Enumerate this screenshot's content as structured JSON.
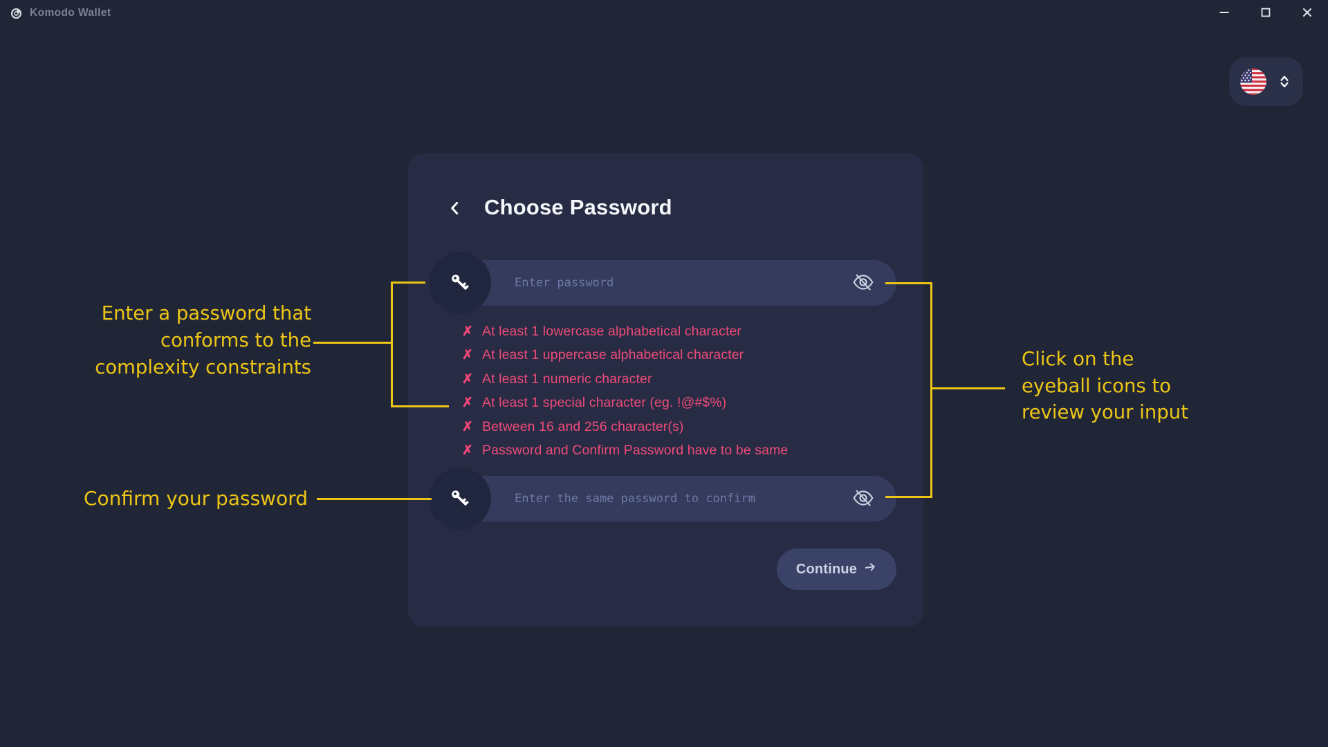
{
  "colors": {
    "background": "#212637",
    "card": "#272c44",
    "field": "#343b5c",
    "key_circle": "#20263e",
    "validation_pink": "#ee4a78",
    "annotation_yellow": "#edc615",
    "button": "#3b4268",
    "placeholder": "#6d79a6"
  },
  "titlebar": {
    "app_title": "Komodo Wallet"
  },
  "language_selector": {
    "flag_icon": "us-flag-icon"
  },
  "card": {
    "title": "Choose Password",
    "password_input": {
      "placeholder": "Enter password"
    },
    "confirm_input": {
      "placeholder": "Enter the same password to confirm"
    },
    "validation_mark": "✗",
    "validations": [
      "At least 1 lowercase alphabetical character",
      "At least 1 uppercase alphabetical character",
      "At least 1 numeric character",
      "At least 1 special character (eg. !@#$%)",
      "Between 16 and 256 character(s)",
      "Password and Confirm Password have to be same"
    ],
    "continue_label": "Continue"
  },
  "annotations": {
    "left_top_lines": [
      "Enter a password that",
      "conforms to the",
      "complexity constraints"
    ],
    "left_bottom": "Confirm your password",
    "right_lines": [
      "Click on the",
      "eyeball icons to",
      "review your input"
    ]
  }
}
